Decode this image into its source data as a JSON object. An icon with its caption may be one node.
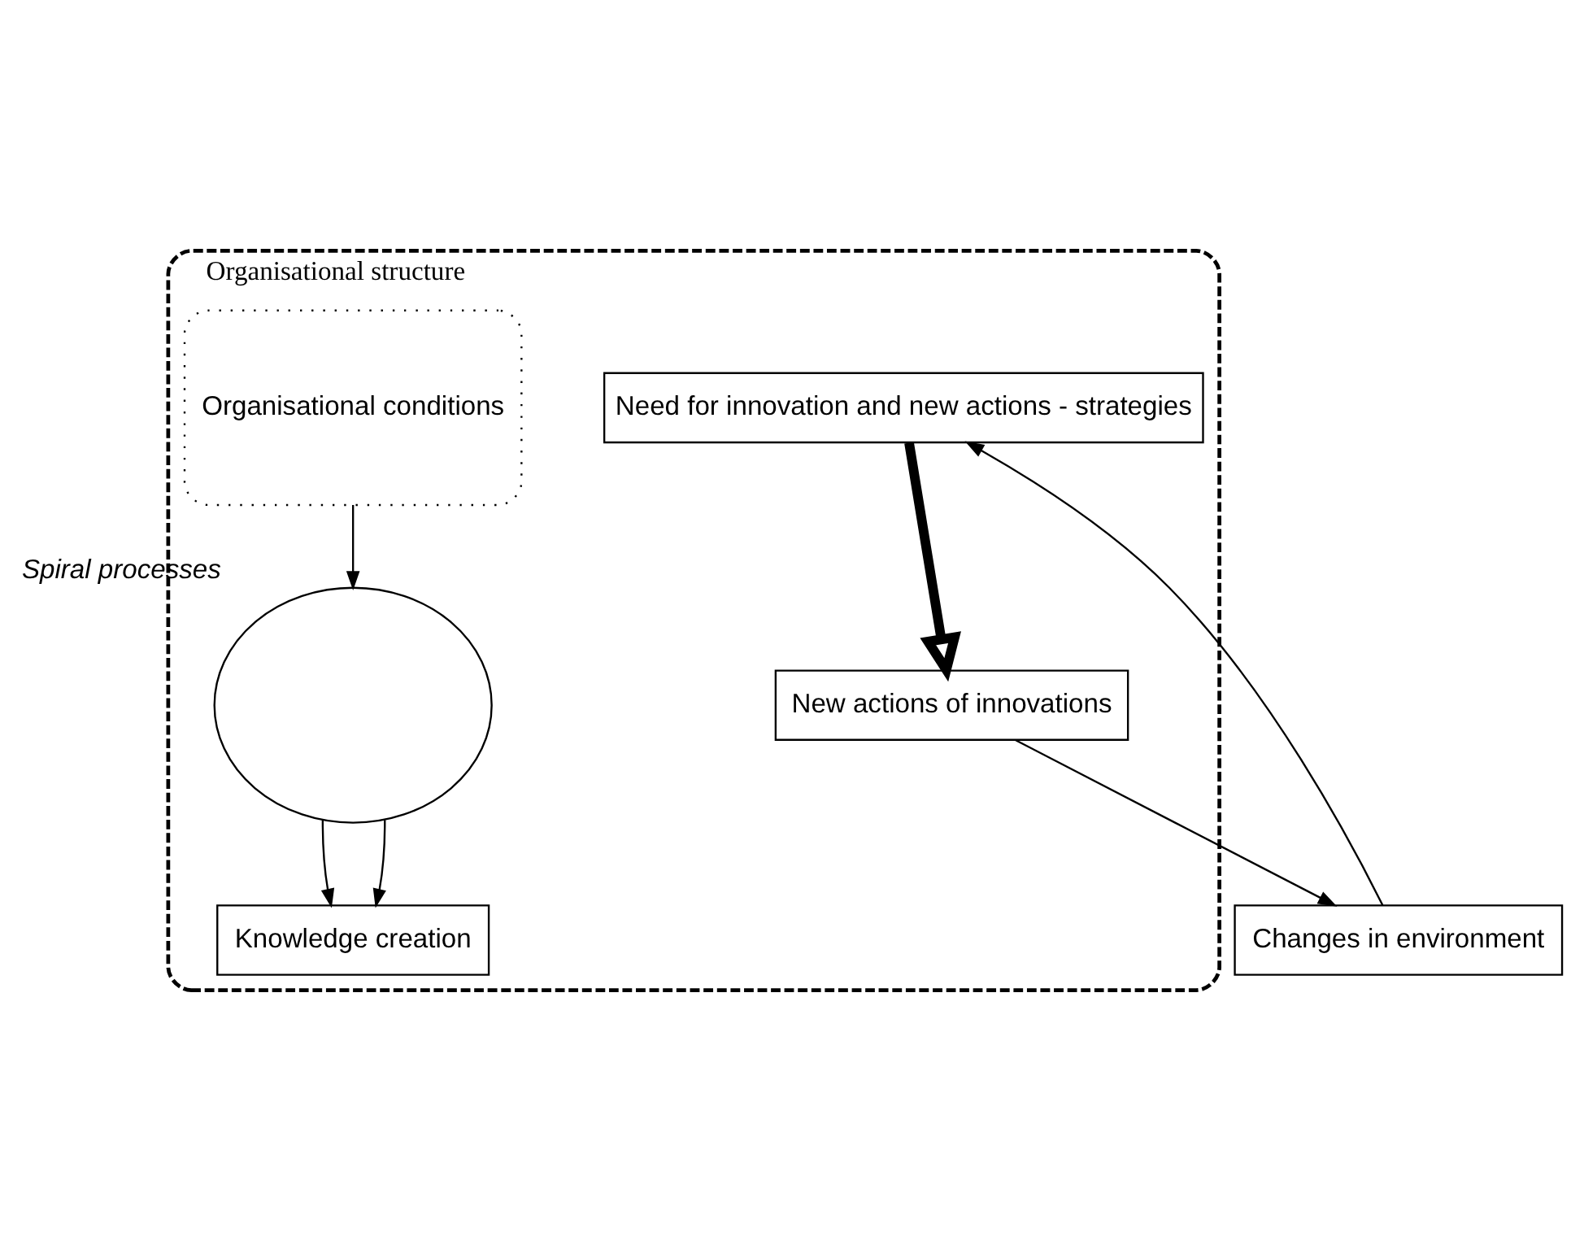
{
  "diagram": {
    "nodes": [
      {
        "text": [
          "Organisational structure"
        ]
      },
      {
        "text": [
          "Need for innovation and new actions - strategies"
        ],
        "in": 0
      },
      {
        "text": [
          "Changes in environment"
        ]
      },
      {
        "text": [
          "Organisational conditions"
        ],
        "in": 0
      },
      {
        "text": [],
        "shape": "circle",
        "beside": [
          "Spiral processes"
        ],
        "in": 0
      },
      {
        "text": [
          "Knowledge creation"
        ],
        "in": 0
      },
      {
        "text": [
          "New actions of innovations"
        ],
        "in": 0
      }
    ],
    "edges": [
      {
        "from": 2,
        "to": 1,
        "arrow": "to"
      },
      {
        "from": 3,
        "to": 4,
        "arrow": "to"
      },
      {
        "from": 4,
        "to": 5,
        "arrow": "to"
      },
      {
        "from": 4,
        "to": 5,
        "arrow": "to"
      },
      {
        "from": 1,
        "to": 6,
        "arrow": "to",
        "style": "thick"
      },
      {
        "from": 6,
        "to": 2,
        "arrow": "to"
      }
    ]
  }
}
